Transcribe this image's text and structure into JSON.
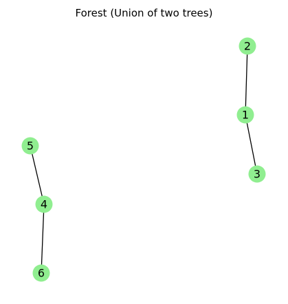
{
  "diagram": {
    "title": "Forest (Union of two trees)",
    "node_color": "#90ee90",
    "edge_color": "#000000",
    "nodes": [
      {
        "id": "2",
        "label": "2"
      },
      {
        "id": "1",
        "label": "1"
      },
      {
        "id": "3",
        "label": "3"
      },
      {
        "id": "5",
        "label": "5"
      },
      {
        "id": "4",
        "label": "4"
      },
      {
        "id": "6",
        "label": "6"
      }
    ],
    "edges": [
      {
        "from": "2",
        "to": "1"
      },
      {
        "from": "1",
        "to": "3"
      },
      {
        "from": "5",
        "to": "4"
      },
      {
        "from": "4",
        "to": "6"
      }
    ]
  }
}
